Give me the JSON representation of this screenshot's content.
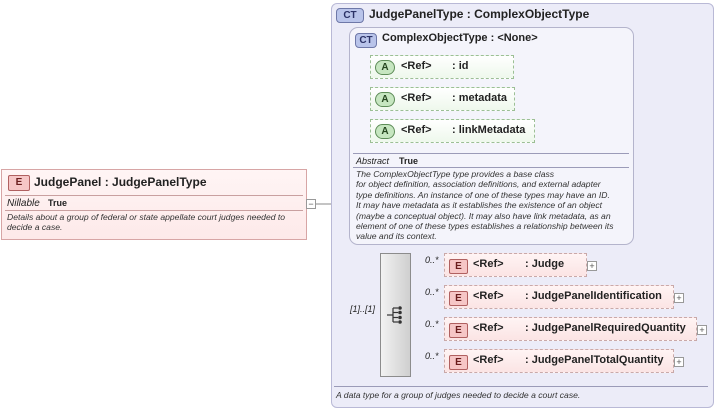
{
  "root_element": {
    "badge": "E",
    "title": "JudgePanel : JudgePanelType",
    "nillable_label": "Nillable",
    "nillable_value": "True",
    "documentation": "Details about a group of federal or state appellate court judges needed to decide a case.",
    "collapse_symbol": "−"
  },
  "complex_type": {
    "badge": "CT",
    "title": "JudgePanelType : ComplexObjectType",
    "documentation": "A data type for a group of judges needed to decide a court case."
  },
  "base_type": {
    "badge": "CT",
    "title": "ComplexObjectType : <None>",
    "abstract_label": "Abstract",
    "abstract_value": "True",
    "documentation_lines": [
      "The ComplexObjectType type provides a base class",
      "for object definition, association definitions, and external adapter",
      "type definitions. An instance of one of these types may have an ID.",
      "It may have metadata as it establishes the existence of an object",
      "(maybe a conceptual object). It may also have link metadata, as an",
      "element of one of these types establishes a relationship between its",
      "value and its context."
    ],
    "attributes": [
      {
        "badge": "A",
        "ref": "<Ref>",
        "name": ": id"
      },
      {
        "badge": "A",
        "ref": "<Ref>",
        "name": ": metadata"
      },
      {
        "badge": "A",
        "ref": "<Ref>",
        "name": ": linkMetadata"
      }
    ]
  },
  "sequence": {
    "multiplicity": "[1]..[1]",
    "elements": [
      {
        "badge": "E",
        "ref": "<Ref>",
        "name": ": Judge",
        "occurs": "0..*",
        "expand": "+"
      },
      {
        "badge": "E",
        "ref": "<Ref>",
        "name": ": JudgePanelIdentification",
        "occurs": "0..*",
        "expand": "+"
      },
      {
        "badge": "E",
        "ref": "<Ref>",
        "name": ": JudgePanelRequiredQuantity",
        "occurs": "0..*",
        "expand": "+"
      },
      {
        "badge": "E",
        "ref": "<Ref>",
        "name": ": JudgePanelTotalQuantity",
        "occurs": "0..*",
        "expand": "+"
      }
    ]
  },
  "colors": {
    "element_fill": "#fbe4e4",
    "attribute_fill": "#eef8ec",
    "complex_type_fill": "#ececf8",
    "badge_ct": "#b9c4ea"
  }
}
